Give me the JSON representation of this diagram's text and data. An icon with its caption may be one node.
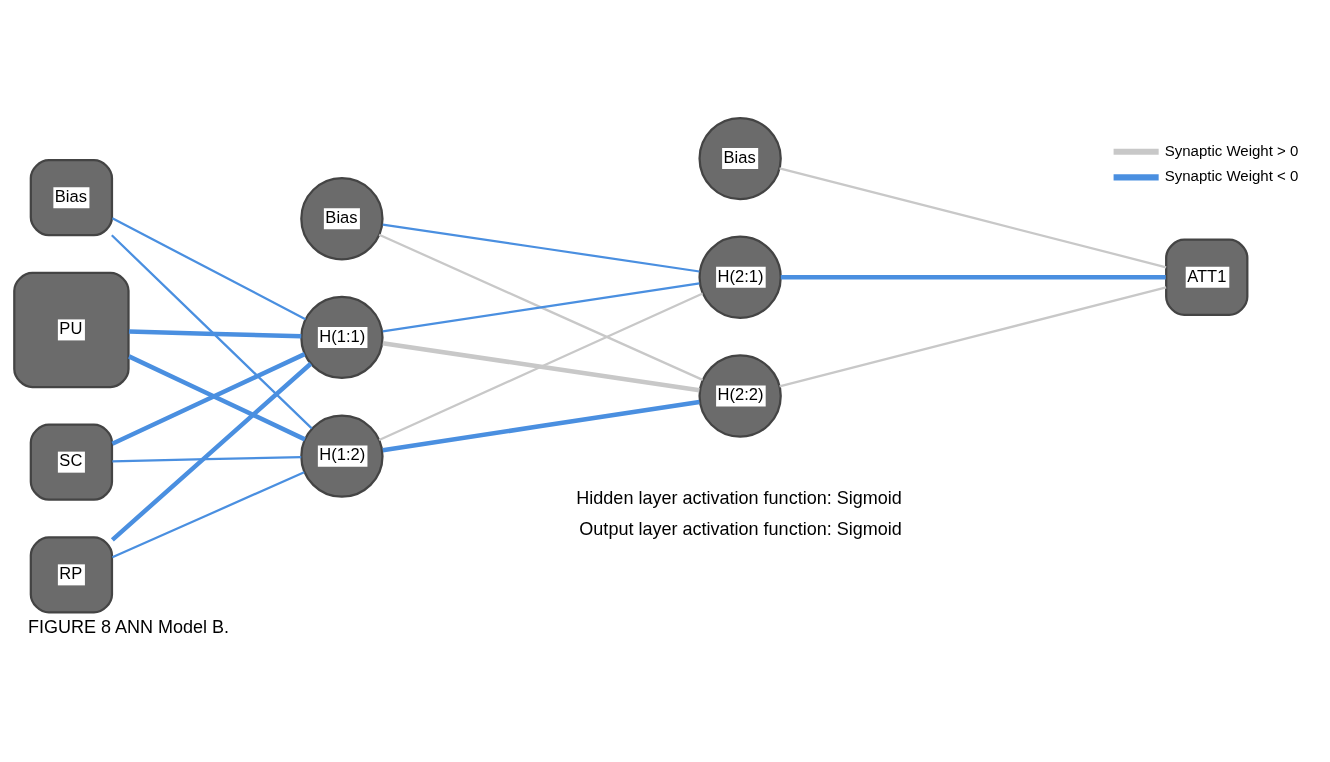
{
  "diagram": {
    "caption": "FIGURE 8 ANN Model B.",
    "nodes": [
      {
        "text": [
          "Bias"
        ]
      },
      {
        "text": [
          "PU"
        ]
      },
      {
        "text": [
          "SC"
        ]
      },
      {
        "text": [
          "RP"
        ]
      },
      {
        "text": [
          "Bias"
        ]
      },
      {
        "text": [
          "H(1:1)"
        ]
      },
      {
        "text": [
          "H(1:2)"
        ]
      },
      {
        "text": [
          "Bias"
        ]
      },
      {
        "text": [
          "H(2:1)"
        ]
      },
      {
        "text": [
          "H(2:2)"
        ]
      },
      {
        "text": [
          "ATT1"
        ]
      }
    ],
    "edges": [
      {
        "from": 0,
        "to": 5,
        "arrow": "none"
      },
      {
        "from": 0,
        "to": 6,
        "arrow": "none"
      },
      {
        "from": 1,
        "to": 5,
        "arrow": "none",
        "style": "thick"
      },
      {
        "from": 1,
        "to": 6,
        "arrow": "none",
        "style": "thick"
      },
      {
        "from": 2,
        "to": 5,
        "arrow": "none",
        "style": "thick"
      },
      {
        "from": 2,
        "to": 6,
        "arrow": "none"
      },
      {
        "from": 3,
        "to": 5,
        "arrow": "none",
        "style": "thick"
      },
      {
        "from": 3,
        "to": 6,
        "arrow": "none"
      },
      {
        "from": 4,
        "to": 8,
        "arrow": "none"
      },
      {
        "from": 4,
        "to": 9,
        "arrow": "none",
        "color": "#c8c8c8"
      },
      {
        "from": 5,
        "to": 8,
        "arrow": "none"
      },
      {
        "from": 5,
        "to": 9,
        "arrow": "none",
        "style": "thick",
        "color": "#c8c8c8"
      },
      {
        "from": 6,
        "to": 8,
        "arrow": "none",
        "color": "#c8c8c8"
      },
      {
        "from": 6,
        "to": 9,
        "arrow": "none",
        "style": "thick"
      },
      {
        "from": 7,
        "to": 10,
        "arrow": "none",
        "color": "#c8c8c8"
      },
      {
        "from": 8,
        "to": 10,
        "arrow": "none",
        "style": "thick"
      },
      {
        "from": 9,
        "to": 10,
        "arrow": "none",
        "color": "#c8c8c8"
      }
    ],
    "labels": [
      "Hidden layer activation function: Sigmoid",
      "Output layer activation function: Sigmoid"
    ],
    "legend": [
      {
        "text": "Synaptic Weight > 0"
      },
      {
        "text": "Synaptic Weight < 0"
      }
    ]
  }
}
